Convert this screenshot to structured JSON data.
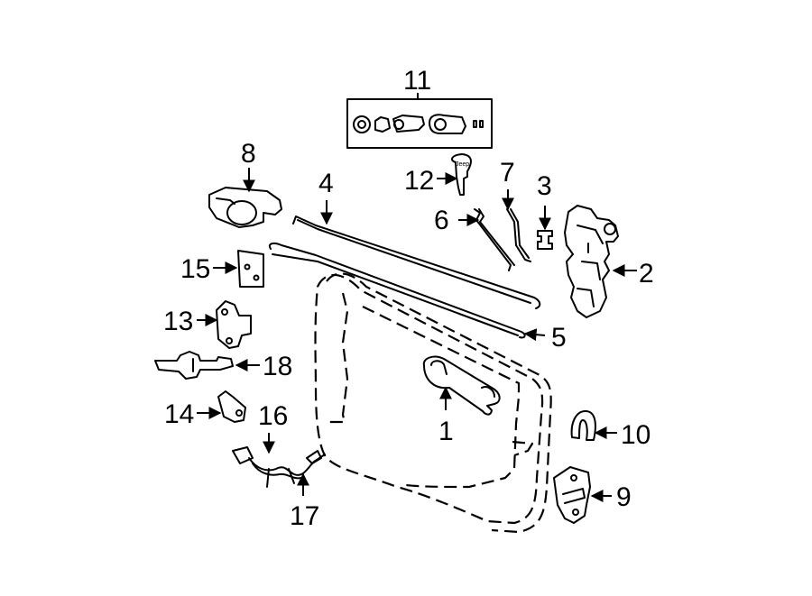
{
  "diagram": {
    "callouts": [
      {
        "id": "1",
        "text": "1"
      },
      {
        "id": "2",
        "text": "2"
      },
      {
        "id": "3",
        "text": "3"
      },
      {
        "id": "4",
        "text": "4"
      },
      {
        "id": "5",
        "text": "5"
      },
      {
        "id": "6",
        "text": "6"
      },
      {
        "id": "7",
        "text": "7"
      },
      {
        "id": "8",
        "text": "8"
      },
      {
        "id": "9",
        "text": "9"
      },
      {
        "id": "10",
        "text": "10"
      },
      {
        "id": "11",
        "text": "11"
      },
      {
        "id": "12",
        "text": "12"
      },
      {
        "id": "13",
        "text": "13"
      },
      {
        "id": "14",
        "text": "14"
      },
      {
        "id": "15",
        "text": "15"
      },
      {
        "id": "16",
        "text": "16"
      },
      {
        "id": "17",
        "text": "17"
      },
      {
        "id": "18",
        "text": "18"
      }
    ],
    "key_logo_text": "Jeep"
  }
}
